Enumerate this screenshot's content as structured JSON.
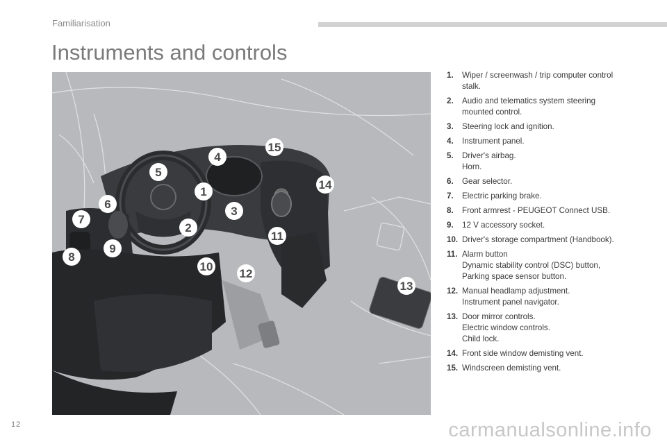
{
  "header": {
    "section": "Familiarisation",
    "title": "Instruments and controls"
  },
  "illustration": {
    "callouts": [
      "15",
      "4",
      "5",
      "14",
      "1",
      "6",
      "3",
      "7",
      "2",
      "11",
      "9",
      "8",
      "10",
      "12",
      "13"
    ]
  },
  "legend": [
    {
      "num": "1.",
      "text": "Wiper / screenwash / trip computer control\nstalk."
    },
    {
      "num": "2.",
      "text": "Audio and telematics system steering\nmounted control."
    },
    {
      "num": "3.",
      "text": "Steering lock and ignition."
    },
    {
      "num": "4.",
      "text": "Instrument panel."
    },
    {
      "num": "5.",
      "text": "Driver's airbag.\nHorn."
    },
    {
      "num": "6.",
      "text": "Gear selector."
    },
    {
      "num": "7.",
      "text": "Electric parking brake."
    },
    {
      "num": "8.",
      "text": "Front armrest - PEUGEOT Connect USB."
    },
    {
      "num": "9.",
      "text": "12 V accessory socket."
    },
    {
      "num": "10.",
      "text": "Driver's storage compartment (Handbook)."
    },
    {
      "num": "11.",
      "text": "Alarm button\nDynamic stability control (DSC) button,\nParking space sensor button."
    },
    {
      "num": "12.",
      "text": "Manual headlamp adjustment.\nInstrument panel navigator."
    },
    {
      "num": "13.",
      "text": "Door mirror controls.\nElectric window controls.\nChild lock."
    },
    {
      "num": "14.",
      "text": "Front side window demisting vent."
    },
    {
      "num": "15.",
      "text": "Windscreen demisting vent."
    }
  ],
  "footer": {
    "page_number": "12",
    "watermark": "carmanualsonline.info"
  }
}
